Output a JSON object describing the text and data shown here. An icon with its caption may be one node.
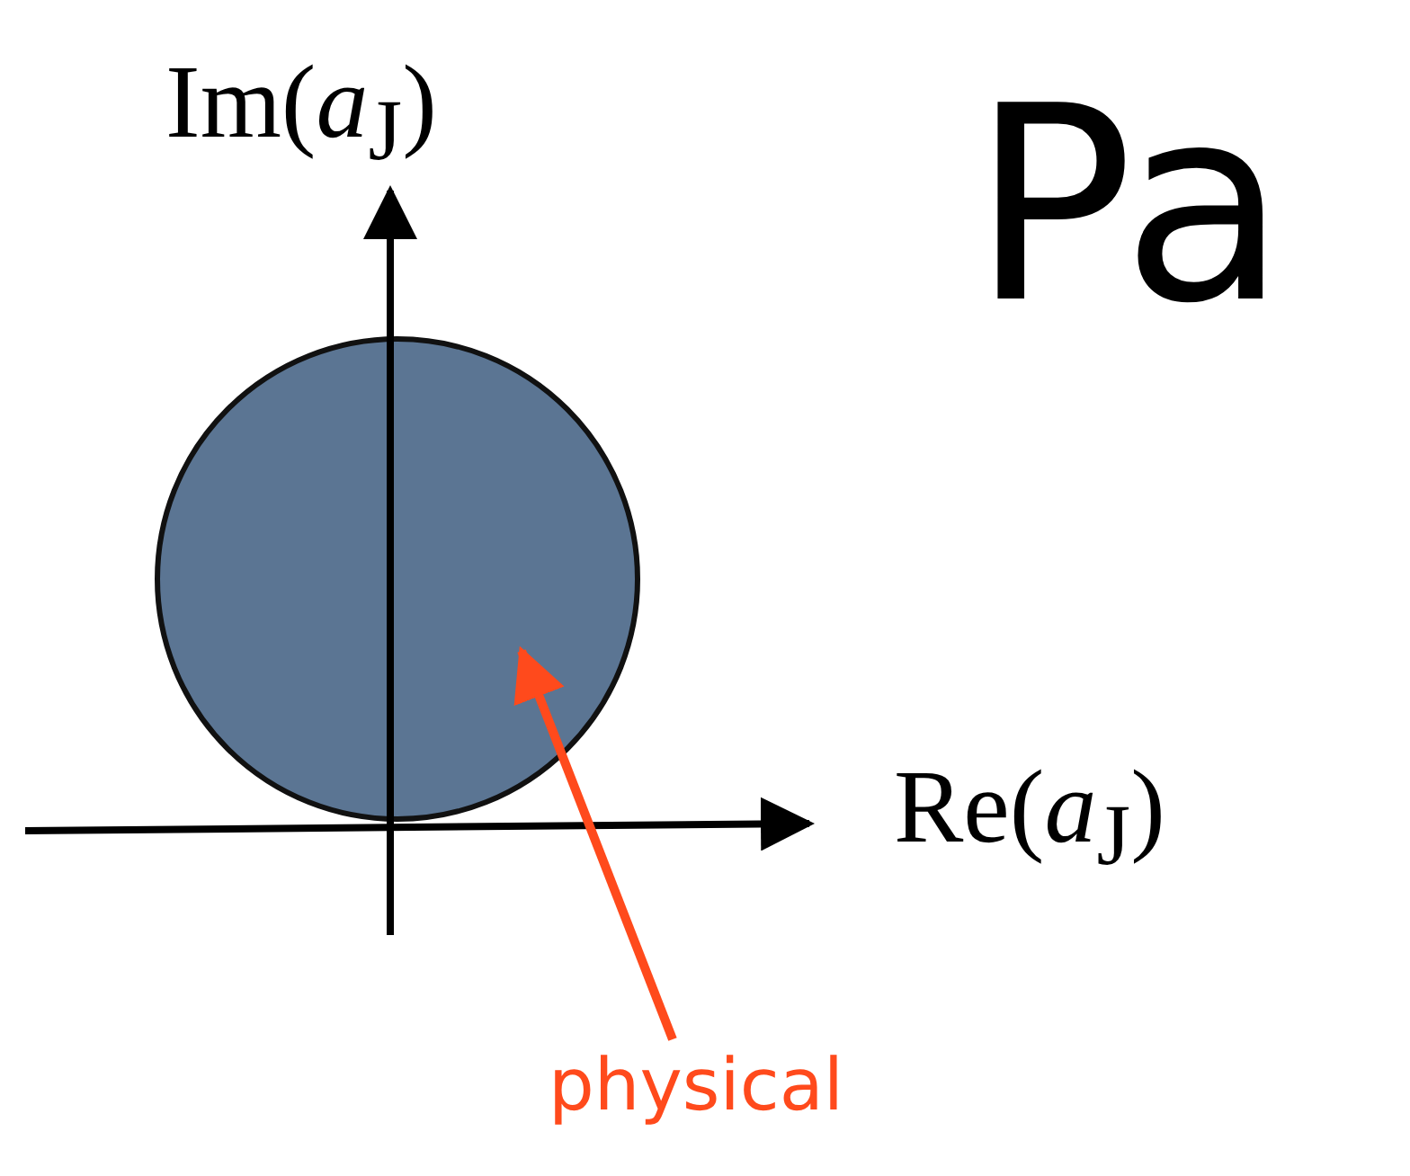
{
  "diagram": {
    "title": "Pa",
    "nodes": [
      {
        "text": [],
        "shape": "circle"
      },
      {
        "text": [
          "physical"
        ]
      }
    ],
    "edges": [
      {
        "from": 1,
        "to": 0,
        "arrow": "to",
        "color": "#ff4a1c"
      }
    ],
    "labels": [
      "Im(*a*$_{J}$)",
      "Re(*a*$_{J}$)"
    ]
  }
}
